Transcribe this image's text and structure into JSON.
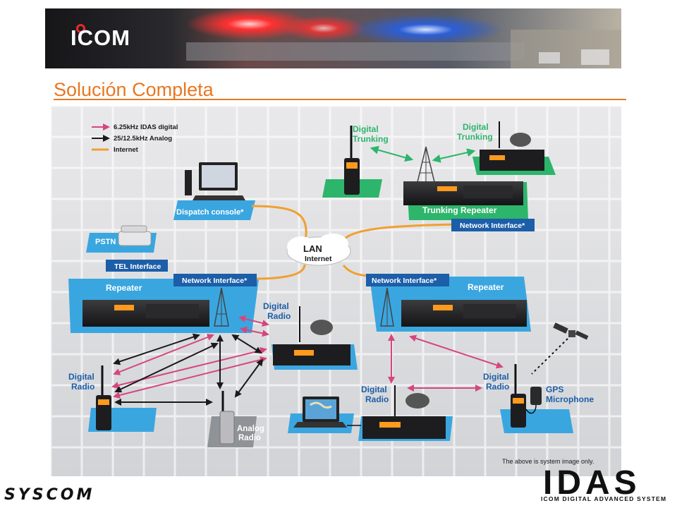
{
  "banner": {
    "brand": "ICOM"
  },
  "slide": {
    "title": "Solución Completa"
  },
  "diagram": {
    "legend": {
      "idas": "6.25kHz IDAS digital",
      "analog": "25/12.5kHz Analog",
      "internet": "Internet"
    },
    "nodes": {
      "digital_trunking_left": [
        "Digital",
        "Trunking"
      ],
      "digital_trunking_right": [
        "Digital",
        "Trunking"
      ],
      "trunking_repeater": "Trunking Repeater",
      "network_interface_top": "Network Interface*",
      "dispatch_console": "Dispatch console*",
      "pstn": "PSTN",
      "tel_interface": "TEL Interface",
      "lan": "LAN",
      "internet": "Internet",
      "repeater_left": "Repeater",
      "network_interface_left": "Network Interface*",
      "network_interface_right": "Network Interface*",
      "repeater_right": "Repeater",
      "digital_radio_center": [
        "Digital",
        "Radio"
      ],
      "digital_radio_left": [
        "Digital",
        "Radio"
      ],
      "digital_radio_bottom": [
        "Digital",
        "Radio"
      ],
      "digital_radio_right": [
        "Digital",
        "Radio"
      ],
      "gps_microphone": [
        "GPS",
        "Microphone"
      ],
      "analog_radio": [
        "Analog",
        "Radio"
      ]
    },
    "disclaimer": "The above is system image only."
  },
  "footer": {
    "brand": "SYSCOM",
    "logo_text": "IDAS",
    "tagline": "ICOM DIGITAL ADVANCED SYSTEM"
  },
  "colors": {
    "accent_orange": "#e87722",
    "idas_pink": "#d6467e",
    "analog_black": "#1a1a1a",
    "internet_orange": "#f0a030",
    "platform_blue": "#3aa6e0",
    "trunking_green": "#2db56b",
    "label_navy": "#1c5ea8"
  }
}
